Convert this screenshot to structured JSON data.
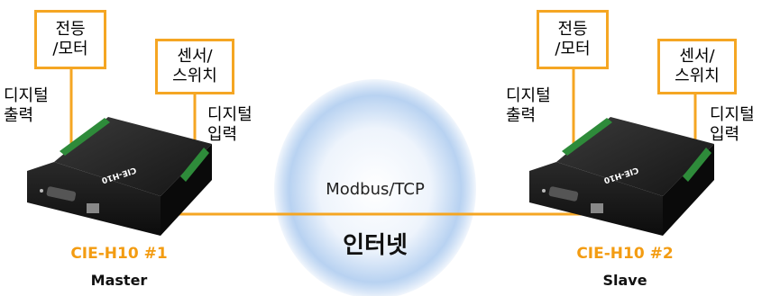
{
  "network": {
    "protocol": "Modbus/TCP",
    "medium": "인터넷"
  },
  "devices": [
    {
      "model_label": "CIE-H10 #1",
      "role": "Master",
      "case_print": "CIE-H10",
      "output_box": "전등\n/모터",
      "input_box": "센서/\n스위치",
      "output_label": "디지털\n출력",
      "input_label": "디지털\n입력"
    },
    {
      "model_label": "CIE-H10 #2",
      "role": "Slave",
      "case_print": "CIE-H10",
      "output_box": "전등\n/모터",
      "input_box": "센서/\n스위치",
      "output_label": "디지털\n출력",
      "input_label": "디지털\n입력"
    }
  ],
  "colors": {
    "accent": "#f5a623",
    "cloud": "#a9c8ee",
    "device": "#1a1a1a",
    "terminal": "#2e8b3a"
  }
}
